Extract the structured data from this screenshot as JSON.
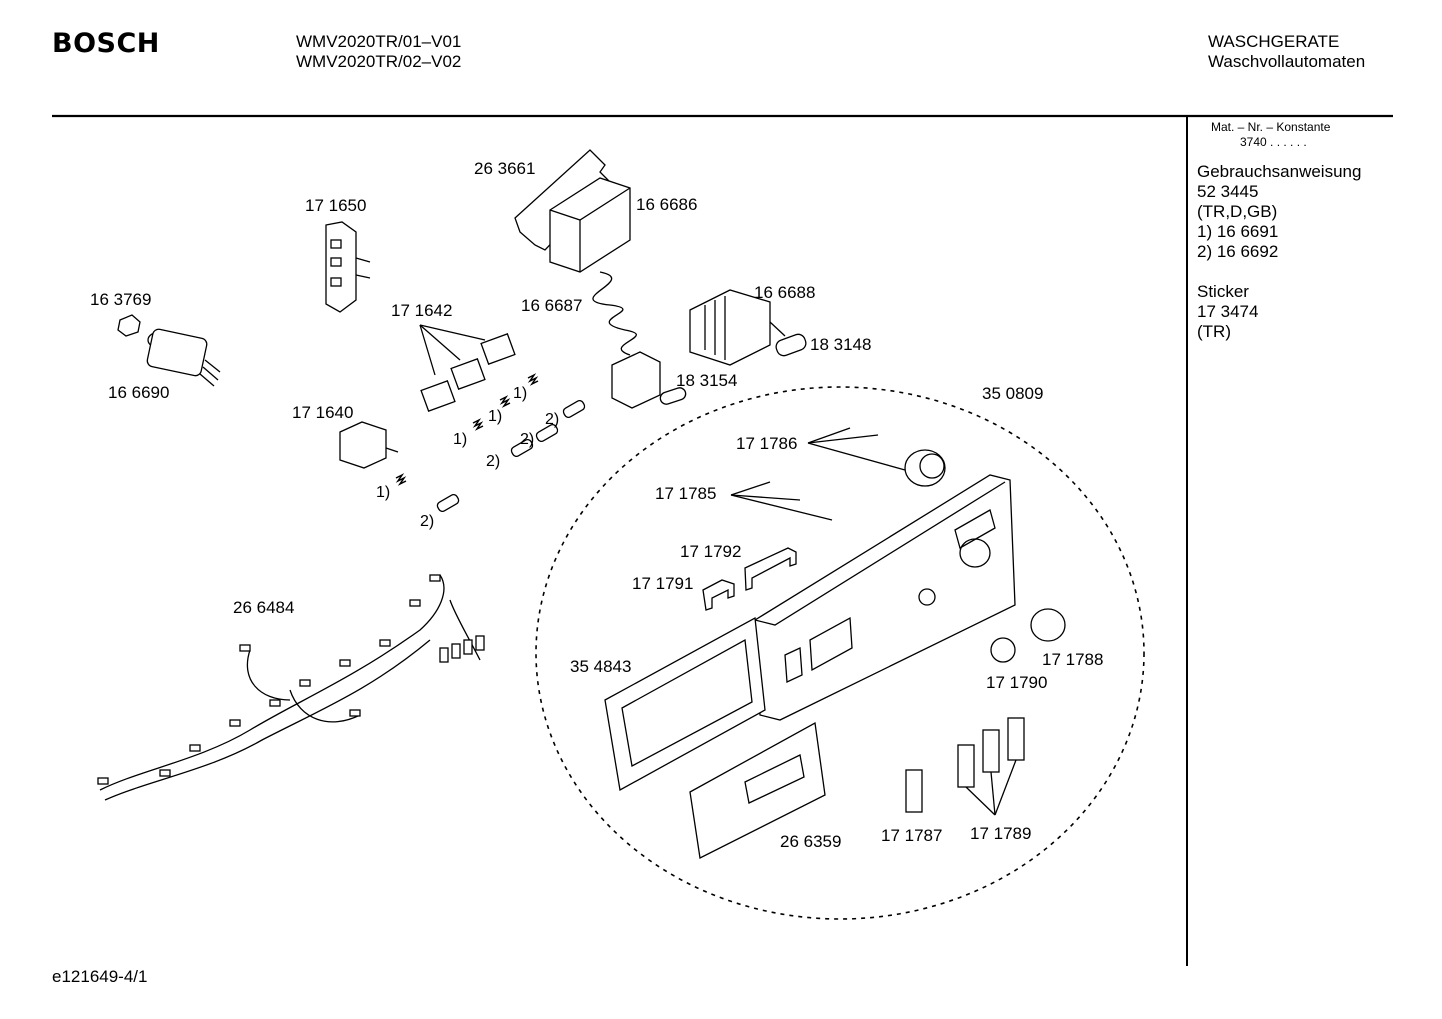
{
  "header": {
    "brand": "BOSCH",
    "models": [
      "WMV2020TR/01–V01",
      "WMV2020TR/02–V02"
    ],
    "category": "WASCHGERATE",
    "subcategory": "Waschvollautomaten"
  },
  "sidebar": {
    "mat_nr_label": "Mat. – Nr. – Konstante",
    "mat_nr_value": "3740 .  .  .  .  .  .",
    "manual_title": "Gebrauchsanweisung",
    "manual_number": "52 3445",
    "manual_langs": "(TR,D,GB)",
    "manual_variant_1": "1)  16 6691",
    "manual_variant_2": "2)  16 6692",
    "sticker_title": "Sticker",
    "sticker_number": "17 3474",
    "sticker_lang": "(TR)"
  },
  "parts": {
    "p263661": "26 3661",
    "p166686": "16 6686",
    "p171650": "17 1650",
    "p163769": "16 3769",
    "p171642": "17 1642",
    "p166687": "16 6687",
    "p166688": "16 6688",
    "p183148": "18 3148",
    "p166690": "16 6690",
    "p183154": "18 3154",
    "p350809": "35 0809",
    "p171640": "17 1640",
    "p171786": "17 1786",
    "p171785": "17 1785",
    "p171792": "17 1792",
    "p171791": "17 1791",
    "p266484": "26 6484",
    "p354843": "35 4843",
    "p171788": "17 1788",
    "p171790": "17 1790",
    "p266359": "26 6359",
    "p171787": "17 1787",
    "p171789": "17 1789"
  },
  "notes": {
    "one": "1)",
    "two": "2)"
  },
  "footer": {
    "drawing_id": "e121649-4/1"
  }
}
